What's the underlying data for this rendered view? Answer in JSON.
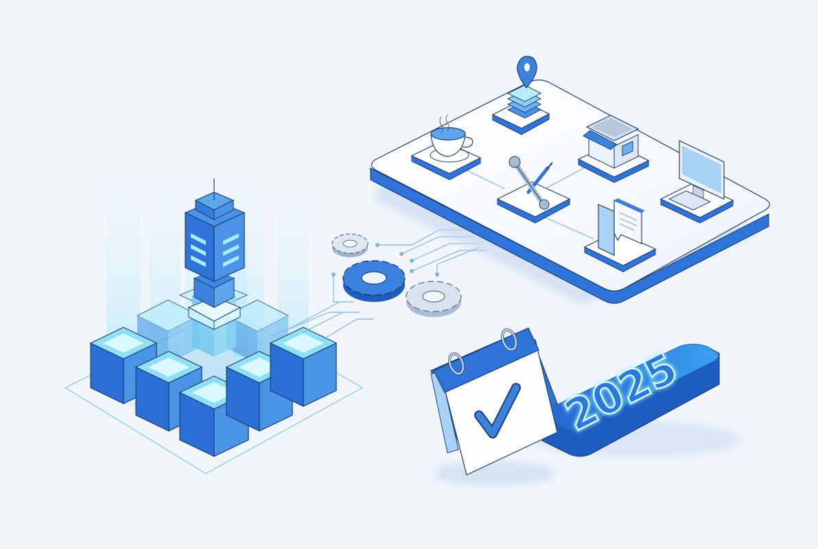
{
  "illustration": {
    "background": "#f1f6fb",
    "colors": {
      "primary": "#2f74d8",
      "primary_dark": "#1f5cbf",
      "light_blue": "#cfe3fa",
      "glow": "#7fdcf5",
      "outline": "#1e3d6e",
      "gray_gear": "#c9d6e6"
    },
    "groups": {
      "server_cluster": {
        "label": "server-tower-with-cube-grid",
        "cube_count": 8
      },
      "gears": {
        "count": 3
      },
      "service_platform": {
        "tiles": [
          {
            "icon": "coffee-cup-icon"
          },
          {
            "icon": "location-pin-stack-icon"
          },
          {
            "icon": "storefront-icon"
          },
          {
            "icon": "wrench-screwdriver-icon"
          },
          {
            "icon": "desktop-computer-icon"
          },
          {
            "icon": "phone-document-icon"
          }
        ]
      },
      "calendar": {
        "icon": "calendar-check-icon"
      },
      "year_badge": {
        "text": "2025"
      }
    }
  }
}
